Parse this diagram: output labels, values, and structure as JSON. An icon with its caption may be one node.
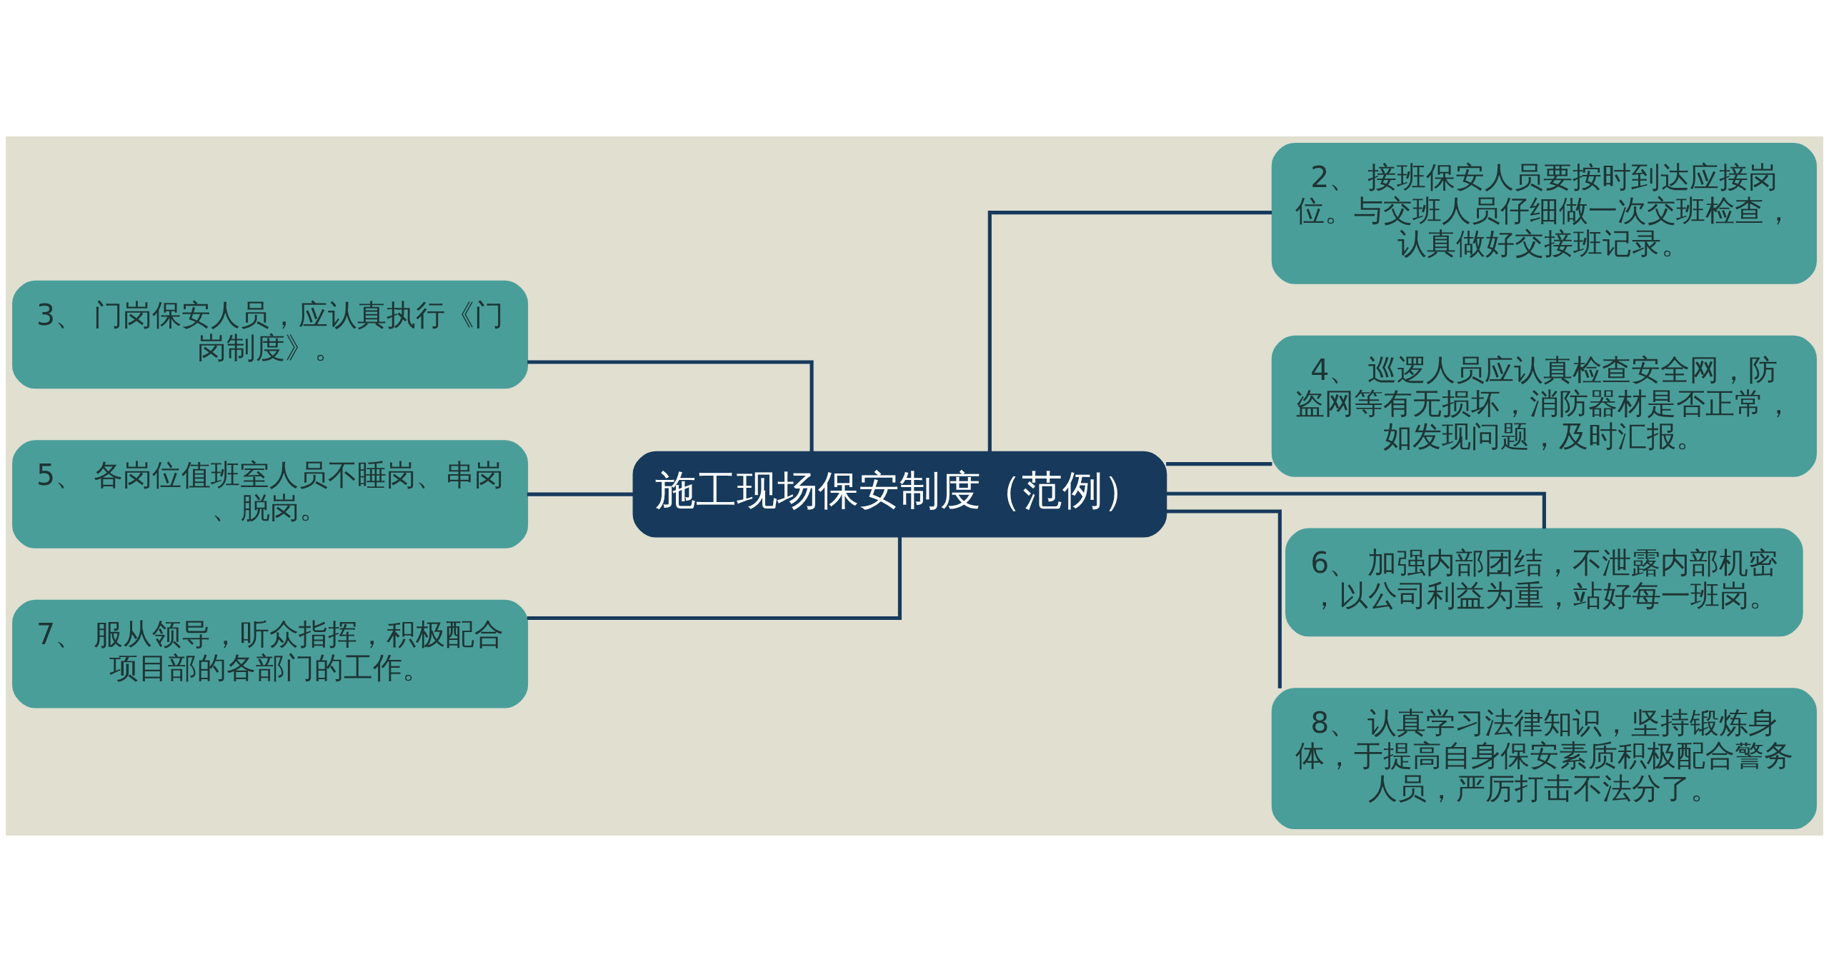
{
  "diagram": {
    "nodes": [
      {
        "text": [
          "施工现场保安制度（范例）"
        ]
      },
      {
        "text": [
          "3、 门岗保安人员，应认真执行《门岗制度》。"
        ]
      },
      {
        "text": [
          "5、 各岗位值班室人员不睡岗、串岗、脱岗。"
        ]
      },
      {
        "text": [
          "7、 服从领导，听众指挥，积极配合项目部的各部门的工作。"
        ]
      },
      {
        "text": [
          "2、 接班保安人员要按时到达应接岗位。与交班人员仔细做一次交班检查，认真做好交接班记录。"
        ]
      },
      {
        "text": [
          "4、 巡逻人员应认真检查安全网，防盗网等有无损坏，消防器材是否正常，如发现问题，及时汇报。"
        ]
      },
      {
        "text": [
          "6、 加强内部团结，不泄露内部机密，以公司利益为重，站好每一班岗。"
        ]
      },
      {
        "text": [
          "8、 认真学习法律知识，坚持锻炼身体，于提高自身保安素质积极配合警务人员，严厉打击不法分了。"
        ]
      }
    ],
    "edges": [
      {
        "from": 0,
        "to": 1,
        "arrow": "none"
      },
      {
        "from": 0,
        "to": 2,
        "arrow": "none"
      },
      {
        "from": 0,
        "to": 3,
        "arrow": "none"
      },
      {
        "from": 0,
        "to": 4,
        "arrow": "none"
      },
      {
        "from": 0,
        "to": 5,
        "arrow": "none"
      },
      {
        "from": 0,
        "to": 6,
        "arrow": "none"
      },
      {
        "from": 0,
        "to": 7,
        "arrow": "none"
      }
    ]
  }
}
